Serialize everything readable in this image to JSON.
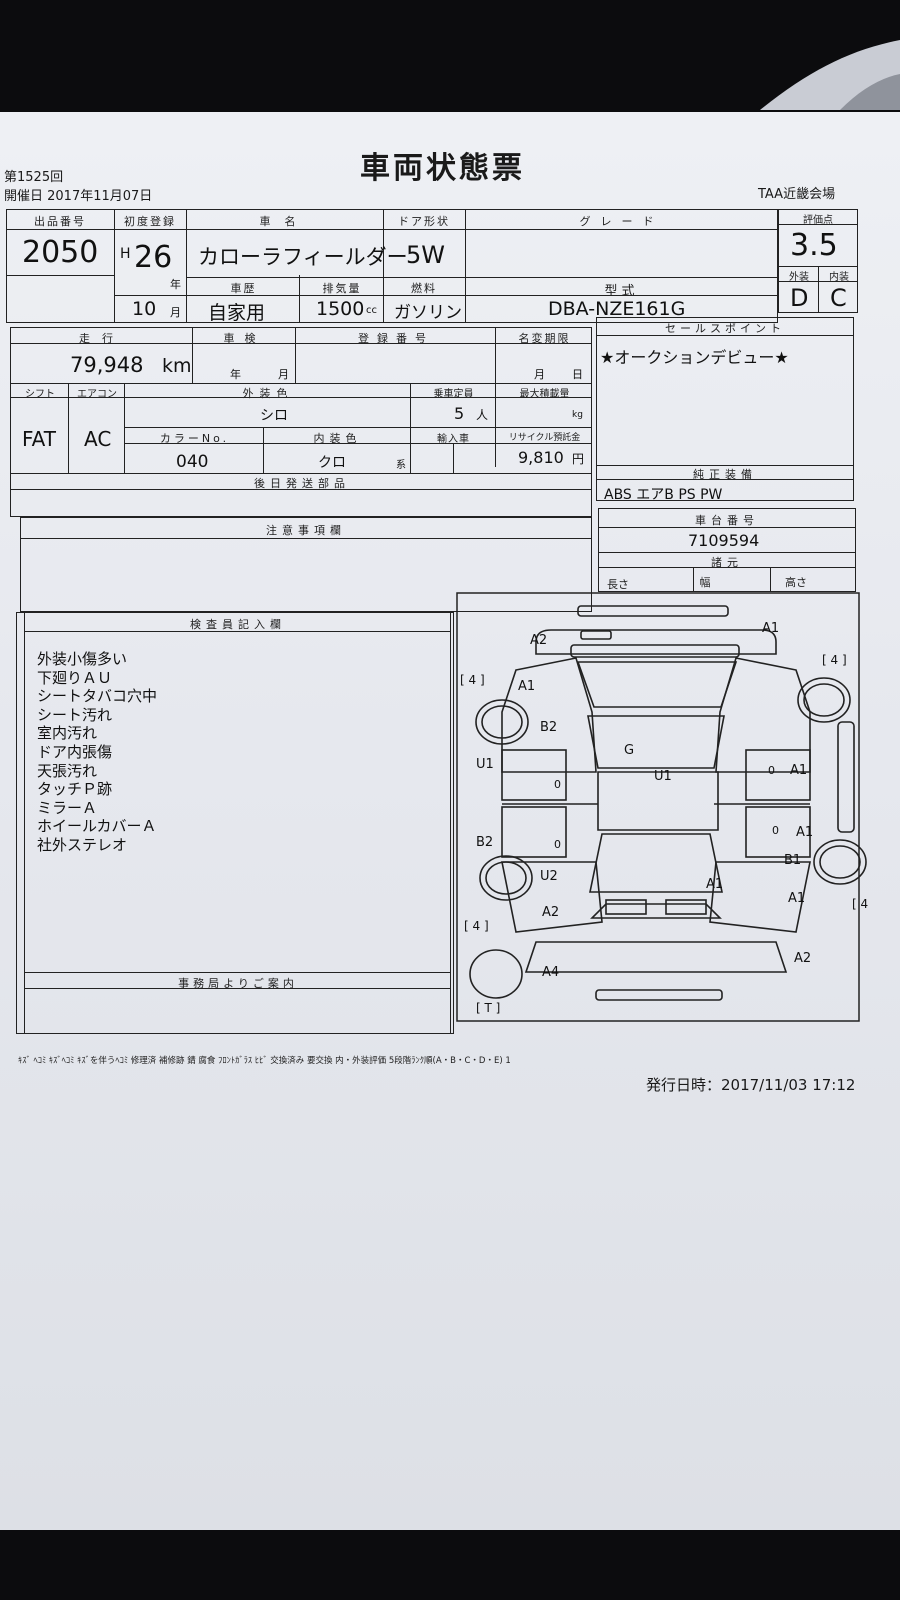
{
  "header": {
    "title": "車両状態票",
    "session": "第1525回",
    "held_date": "開催日 2017年11月07日",
    "venue": "TAA近畿会場"
  },
  "row1": {
    "lot_label": "出品番号",
    "lot_value": "2050",
    "first_reg_label": "初度登録",
    "era": "H",
    "year": "26",
    "year_unit": "年",
    "month": "10",
    "month_unit": "月",
    "car_name_label": "車名",
    "car_name": "カローラフィールダー",
    "door_label": "ドア形状",
    "door": "5W",
    "grade_label": "グレード",
    "grade": "",
    "history_label": "車歴",
    "history": "自家用",
    "displacement_label": "排気量",
    "displacement": "1500",
    "displacement_unit": "cc",
    "fuel_label": "燃料",
    "fuel": "ガソリン",
    "model_label": "型式",
    "model": "DBA-NZE161G",
    "score_label": "評価点",
    "score": "3.5",
    "exterior_label": "外装",
    "exterior": "D",
    "interior_label": "内装",
    "interior": "C"
  },
  "row2": {
    "mileage_label": "走行",
    "mileage": "79,948",
    "mileage_unit": "km",
    "inspection_label": "車検",
    "inspection_year": "年",
    "inspection_month": "月",
    "plate_label": "登録番号",
    "name_change_label": "名変期限",
    "name_change_month": "月",
    "name_change_day": "日",
    "shift_label": "シフト",
    "shift": "FAT",
    "ac_label": "エアコン",
    "ac": "AC",
    "color_label": "外装色",
    "color": "シロ",
    "capacity_label": "乗車定員",
    "capacity": "5",
    "capacity_unit": "人",
    "load_label": "最大積載量",
    "load_unit": "kg",
    "color_no_label": "カラーNo.",
    "color_no": "040",
    "interior_color_label": "内装色",
    "interior_color": "クロ",
    "interior_color_unit": "系",
    "import_label": "輸入車",
    "recycle_label": "リサイクル預託金",
    "recycle": "9,810",
    "recycle_unit": "円",
    "later_label": "後日発送部品"
  },
  "right": {
    "sales_label": "セールスポイント",
    "sales": "★オークションデビュー★",
    "equip_label": "純正装備",
    "equip": "ABS エアB PS PW",
    "chassis_label": "車台番号",
    "chassis": "7109594",
    "dims_label": "諸元",
    "length": "長さ",
    "width": "幅",
    "height": "高さ"
  },
  "caution_label": "注意事項欄",
  "inspector_label": "検査員記入欄",
  "inspector_notes": [
    "外装小傷多い",
    "下廻りＡＵ",
    "シートタバコ穴中",
    "シート汚れ",
    "室内汚れ",
    "ドア内張傷",
    "天張汚れ",
    "タッチＰ跡",
    "ミラーＡ",
    "ホイールカバーＡ",
    "社外ステレオ"
  ],
  "office_label": "事務局よりご案内",
  "diagram_marks": {
    "front_left_upper": "A2",
    "front_right_upper": "A1",
    "fender_left": "A1",
    "door_left_front": "B2",
    "pillar_left": "U1",
    "rear_door_left": "B2",
    "rear_left": "U2",
    "rear_bumper_left": "A2",
    "rear_bottom": "A4",
    "roof_front": "G",
    "roof": "U1",
    "hatch": "A1",
    "right_front_door": "A1",
    "right_rear_door": "A1",
    "right_rear_fender": "B1",
    "right_quarter": "A1",
    "rear_bumper_right": "A2",
    "zero_1": "0",
    "zero_2": "0",
    "zero_3": "0",
    "zero_4": "0",
    "tire_fl": "[ 4 ]",
    "tire_fr": "[ 4 ]",
    "tire_rl": "[ 4 ]",
    "tire_rr": "[ 4",
    "spare": "[ T ]"
  },
  "legend": "ｷｽﾞ ﾍｺﾐ ｷｽﾞﾍｺﾐ ｷｽﾞを伴うﾍｺﾐ 修理済 補修跡 錆 腐食 ﾌﾛﾝﾄｶﾞﾗｽ ﾋﾋﾞ 交換済み 要交換 内・外装評価 5段階ﾗﾝｸ順(A・B・C・D・E) 1",
  "issued": "発行日時：2017/11/03 17:12"
}
